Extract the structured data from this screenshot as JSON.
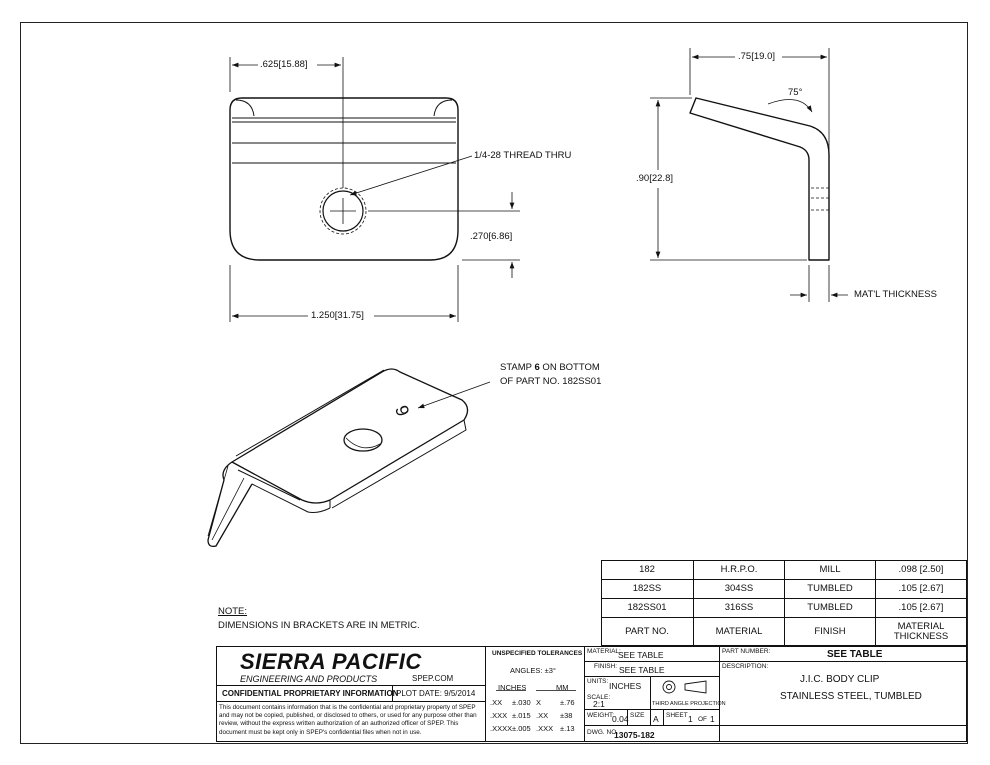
{
  "dimensions": {
    "width_top": ".625",
    "width_top_mm": "15.88",
    "thread_note": "1/4-28 THREAD THRU",
    "hole_offset": ".270",
    "hole_offset_mm": "6.86",
    "overall_width": "1.250",
    "overall_width_mm": "31.75",
    "side_depth": ".75",
    "side_depth_mm": "19.0",
    "angle": "75°",
    "height": ".90",
    "height_mm": "22.8",
    "mat_thickness": "MAT'L THICKNESS"
  },
  "iso_note": {
    "line1_pre": "STAMP ",
    "line1_bold": "6",
    "line1_post": " ON BOTTOM",
    "line2": "OF PART NO. 182SS01",
    "stamp_glyph": "6"
  },
  "note": {
    "heading": "NOTE:",
    "text": "DIMENSIONS IN BRACKETS ARE IN METRIC."
  },
  "table": {
    "rows": [
      [
        "182",
        "H.R.P.O.",
        "MILL",
        ".098 [2.50]"
      ],
      [
        "182SS",
        "304SS",
        "TUMBLED",
        ".105 [2.67]"
      ],
      [
        "182SS01",
        "316SS",
        "TUMBLED",
        ".105 [2.67]"
      ]
    ],
    "headers": [
      "PART NO.",
      "MATERIAL",
      "FINISH",
      "MATERIAL THICKNESS"
    ]
  },
  "title_block": {
    "company": "SIERRA PACIFIC",
    "company_sub": "ENGINEERING AND PRODUCTS",
    "website": "SPEP.COM",
    "confidential_heading": "CONFIDENTIAL PROPRIETARY INFORMATION",
    "plot_date": "PLOT DATE:  9/5/2014",
    "confidential_text": "This document contains information that is the confidential and proprietary property of SPEP and may not be copied, published, or disclosed to others, or used for any purpose other than review, without the express written authorization of an authorized officer of SPEP. This document must be kept only in SPEP's confidential files when not in use.",
    "tolerances_heading": "UNSPECIFIED TOLERANCES",
    "angles": "ANGLES: ±3°",
    "inches_label": "INCHES",
    "mm_label": "MM",
    "tol_rows": [
      [
        ".XX",
        "±.030",
        "X",
        "±.76"
      ],
      [
        ".XXX",
        "±.015",
        ".XX",
        "±38"
      ],
      [
        ".XXXX",
        "±.005",
        ".XXX",
        "±.13"
      ]
    ],
    "material_label": "MATERIAL:",
    "material_value": "SEE TABLE",
    "finish_label": "FINISH:",
    "finish_value": "SEE TABLE",
    "units_label": "UNITS:",
    "units_value": "INCHES",
    "projection_label": "THIRD ANGLE PROJECTION",
    "scale_label": "SCALE:",
    "scale_value": "2:1",
    "weight_label": "WEIGHT:",
    "weight_value": "0.04",
    "size_label": "SIZE",
    "size_value": "A",
    "sheet_label": "SHEET",
    "sheet_num": "1",
    "of_label": "OF",
    "sheet_total": "1",
    "dwg_label": "DWG. NO.",
    "dwg_value": "13075-182",
    "part_number_label": "PART NUMBER:",
    "part_number_value": "SEE TABLE",
    "description_label": "DESCRIPTION:",
    "description_line1": "J.I.C. BODY CLIP",
    "description_line2": "STAINLESS STEEL, TUMBLED"
  }
}
